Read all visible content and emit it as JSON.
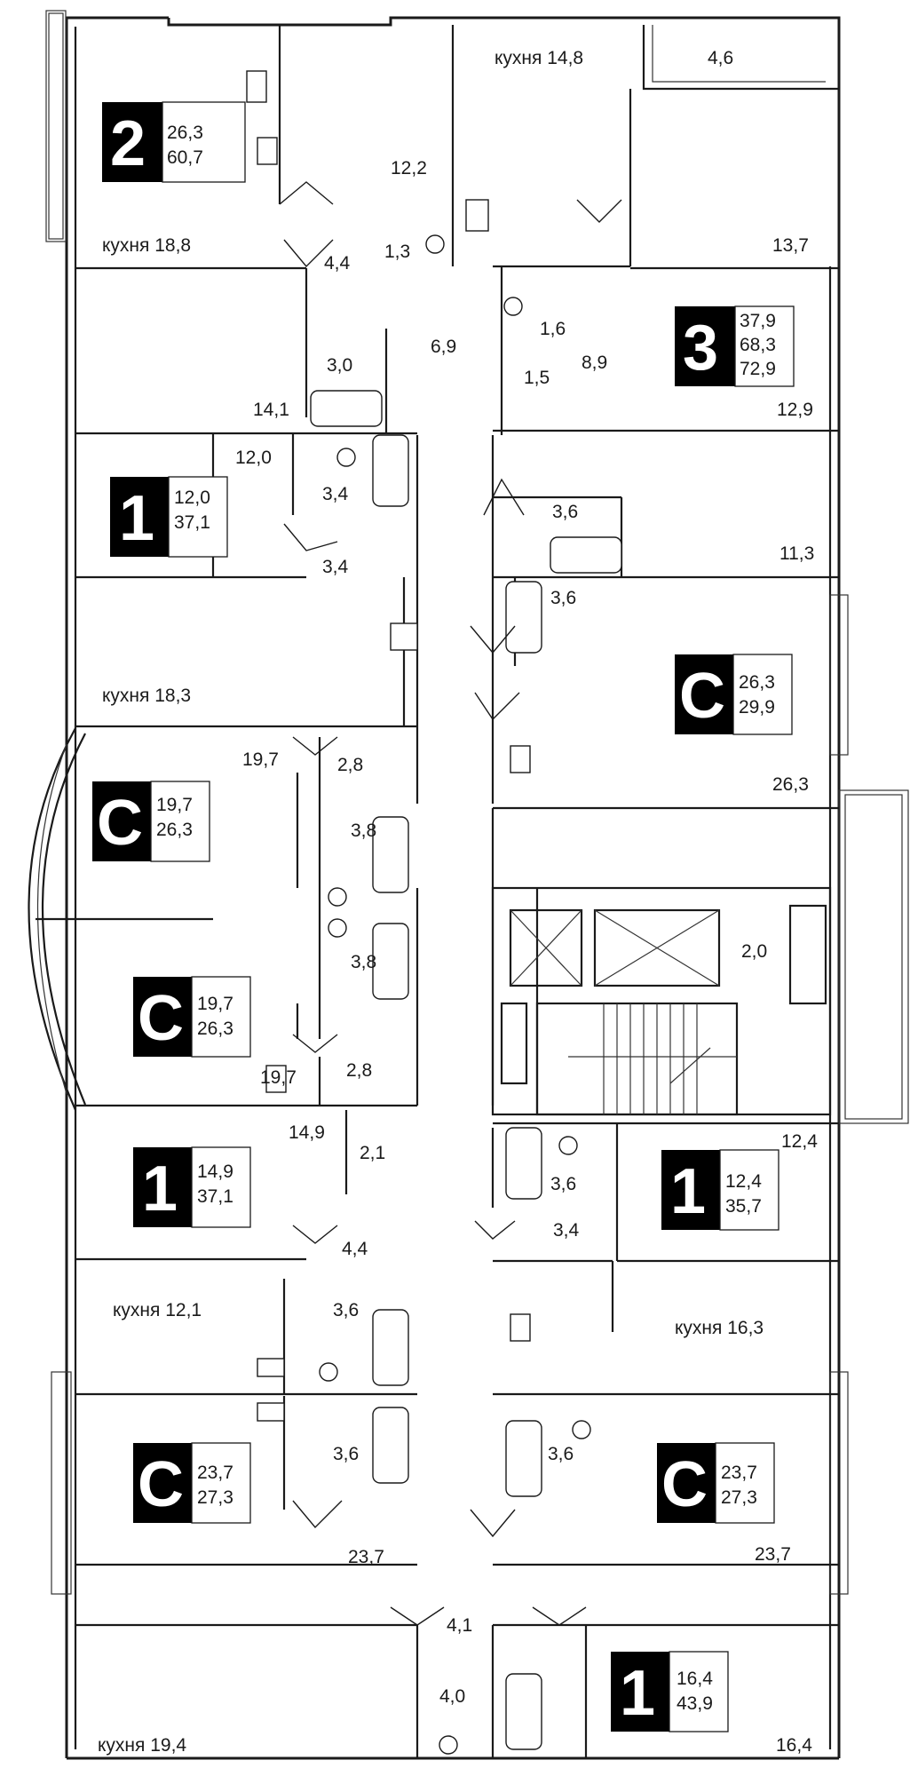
{
  "room_labels": [
    "кухня 14,8",
    "4,6",
    "12,2",
    "кухня 18,8",
    "4,4",
    "1,3",
    "13,7",
    "1,6",
    "3,0",
    "6,9",
    "1,5",
    "8,9",
    "14,1",
    "12,9",
    "12,0",
    "3,4",
    "3,6",
    "3,4",
    "11,3",
    "3,6",
    "кухня 18,3",
    "19,7",
    "2,8",
    "3,8",
    "26,3",
    "2,0",
    "3,8",
    "19,7",
    "2,8",
    "14,9",
    "2,1",
    "12,4",
    "3,6",
    "4,4",
    "3,4",
    "кухня 12,1",
    "3,6",
    "кухня 16,3",
    "3,6",
    "3,6",
    "23,7",
    "23,7",
    "4,1",
    "4,0",
    "кухня 19,4",
    "16,4"
  ],
  "units": [
    {
      "type": "2",
      "values": [
        "26,3",
        "60,7"
      ]
    },
    {
      "type": "3",
      "values": [
        "37,9",
        "68,3",
        "72,9"
      ]
    },
    {
      "type": "1",
      "values": [
        "12,0",
        "37,1"
      ]
    },
    {
      "type": "С",
      "values": [
        "26,3",
        "29,9"
      ]
    },
    {
      "type": "С",
      "values": [
        "19,7",
        "26,3"
      ]
    },
    {
      "type": "С",
      "values": [
        "19,7",
        "26,3"
      ]
    },
    {
      "type": "1",
      "values": [
        "14,9",
        "37,1"
      ]
    },
    {
      "type": "1",
      "values": [
        "12,4",
        "35,7"
      ]
    },
    {
      "type": "С",
      "values": [
        "23,7",
        "27,3"
      ]
    },
    {
      "type": "С",
      "values": [
        "23,7",
        "27,3"
      ]
    },
    {
      "type": "1",
      "values": [
        "16,4",
        "43,9"
      ]
    }
  ]
}
